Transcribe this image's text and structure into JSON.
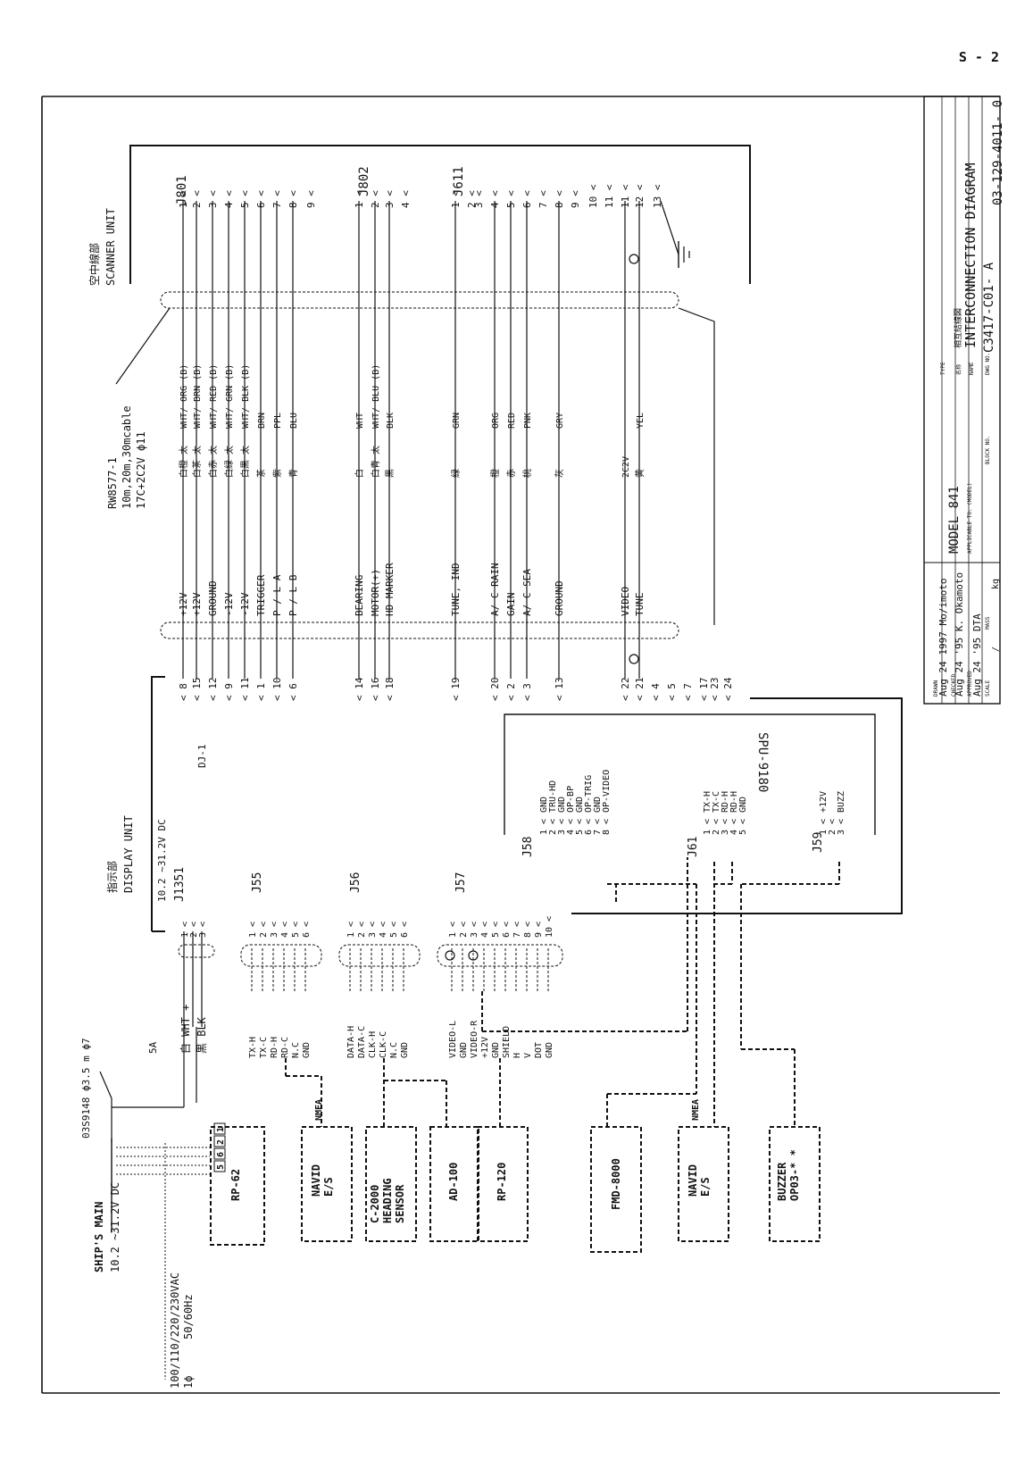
{
  "page_number": "S - 2",
  "title_block": {
    "type_label": "TYPE",
    "name_jp_label": "名称",
    "name_jp": "相互結線図",
    "name_label": "NAME",
    "drawing_title": "INTERCONNECTION DIAGRAM",
    "dwg_no_label": "DWG NO.",
    "dwg_no": "C3417-C01- A",
    "dwg_no_2": "03-129-4011- 0",
    "model": "MODEL 841",
    "applicable_to": "APPLICABLE TO: (MODEL)",
    "block_no": "BLOCK NO.",
    "drawn": "DRAWN",
    "drawn_sig": "Aug 24 1997  Mo/imoto",
    "checked": "CHECKED",
    "checked_sig": "Aug 24 '95 K. Okamoto",
    "approved": "APPROVED",
    "approved_sig": "Aug 24 '95  DTA",
    "scale": "SCALE",
    "scale_val": "/",
    "mass": "MASS",
    "mass_val": "kg"
  },
  "scanner_unit": {
    "label_jp": "空中線部",
    "label_en": "SCANNER UNIT",
    "j801": "J801",
    "j802": "J802",
    "j611": "J611"
  },
  "cable": {
    "name": "RW8577-1",
    "spec": "10m,20m,30mcable",
    "type": "17C+2C2V  ϕ11"
  },
  "signals": [
    {
      "pin": "8",
      "name": "+12V",
      "jp": "白橙 太",
      "color": "WHT/ ORG (B)",
      "sp": "1"
    },
    {
      "pin": "15",
      "name": "+12V",
      "jp": "白茶 太",
      "color": "WHT/ BRN (B)",
      "sp": "2"
    },
    {
      "pin": "12",
      "name": "GROUND",
      "jp": "白赤 太",
      "color": "WHT/ RED (B)",
      "sp": "3"
    },
    {
      "pin": "9",
      "name": "-12V",
      "jp": "白緑 太",
      "color": "WHT/ GRN (B)",
      "sp": "4"
    },
    {
      "pin": "11",
      "name": "-12V",
      "jp": "白黒 太",
      "color": "WHT/ BLK (B)",
      "sp": "5"
    },
    {
      "pin": "1",
      "name": "TRIGGER",
      "jp": "茶",
      "color": "BRN",
      "sp": "6"
    },
    {
      "pin": "10",
      "name": "P / L  A",
      "jp": "紫",
      "color": "PPL",
      "sp": "7"
    },
    {
      "pin": "6",
      "name": "P / L  B",
      "jp": "青",
      "color": "BLU",
      "sp": "8"
    },
    {
      "pin": "14",
      "name": "BEARING",
      "jp": "白",
      "color": "WHT",
      "sp": "1"
    },
    {
      "pin": "16",
      "name": "MOTOR(+)",
      "jp": "白青 太",
      "color": "WHT/ BLU (B)",
      "sp": "2"
    },
    {
      "pin": "18",
      "name": "HD MARKER",
      "jp": "黒",
      "color": "BLK",
      "sp": "3"
    },
    {
      "pin": "19",
      "name": "TUNE, IND",
      "jp": "緑",
      "color": "GRN",
      "sp": "1"
    },
    {
      "pin": "20",
      "name": "A/ C RAIN",
      "jp": "橙",
      "color": "ORG",
      "sp": "4"
    },
    {
      "pin": "2",
      "name": "GAIN",
      "jp": "赤",
      "color": "RED",
      "sp": "5"
    },
    {
      "pin": "3",
      "name": "A/ C SEA",
      "jp": "桃",
      "color": "PNK",
      "sp": "6"
    },
    {
      "pin": "13",
      "name": "GROUND",
      "jp": "灰",
      "color": "GRY",
      "sp": "8"
    },
    {
      "pin": "22",
      "name": "VIDEO",
      "jp": "2C2V",
      "color": "",
      "sp": "11"
    },
    {
      "pin": "21",
      "name": "TUNE",
      "jp": "黄",
      "color": "YEL",
      "sp": "12"
    }
  ],
  "display_unit": {
    "label_jp": "指示部",
    "label_en": "DISPLAY UNIT",
    "dj1": "DJ-1",
    "power": "10.2 ~31.2V DC",
    "j1351": "J1351",
    "j55": "J55",
    "j56": "J56",
    "j57": "J57",
    "j58": "J58",
    "j61": "J61",
    "j59": "J59",
    "spu": "SPU-9180",
    "j58_pins": [
      "GND",
      "TRU-HD",
      "GND",
      "OP-BP",
      "GND",
      "OP-TRIG",
      "GND",
      "OP-VIDEO"
    ],
    "j61_pins": [
      "TX-H",
      "TX-C",
      "RD-H",
      "RD-H",
      "GND"
    ],
    "j59_pins": [
      "+12V",
      "",
      "BUZZ"
    ]
  },
  "j55_pins": [
    "TX-H",
    "TX-C",
    "RD-H",
    "RD-C",
    "N.C",
    "GND"
  ],
  "j56_pins": [
    "DATA-H",
    "DATA-C",
    "CLK-H",
    "CLK-C",
    "N.C",
    "GND"
  ],
  "j57_pins": [
    "VIDEO-L",
    "GND",
    "VIDEO-R",
    "+12V",
    "GND",
    "SHIELD",
    "H",
    "V",
    "DOT",
    "GND"
  ],
  "power_input": {
    "ships_main": "SHIP'S MAIN",
    "range": "10.2 ~31.2V DC",
    "ac": "100/110/220/230VAC",
    "phase": "1ϕ",
    "freq": "50/60Hz",
    "cable": "03S9148  ϕ3.5 m  ϕ7",
    "fuse": "5A",
    "wht": "白  WHT +",
    "blk": "黒  BLK"
  },
  "peripherals": {
    "rp62": "RP-62",
    "rp62_pins": [
      "5",
      "6",
      "2",
      "1"
    ],
    "navid1": "NAVID\nE/S",
    "nmea": "NMEA",
    "c2000": "C-2000\nHEADING\nSENSOR",
    "ad100": "AD-100",
    "rp120": "RP-120",
    "fmd8000": "FMD-8000",
    "navid2": "NAVID\nE/S",
    "buzzer": "BUZZER\nOP03-* *"
  }
}
